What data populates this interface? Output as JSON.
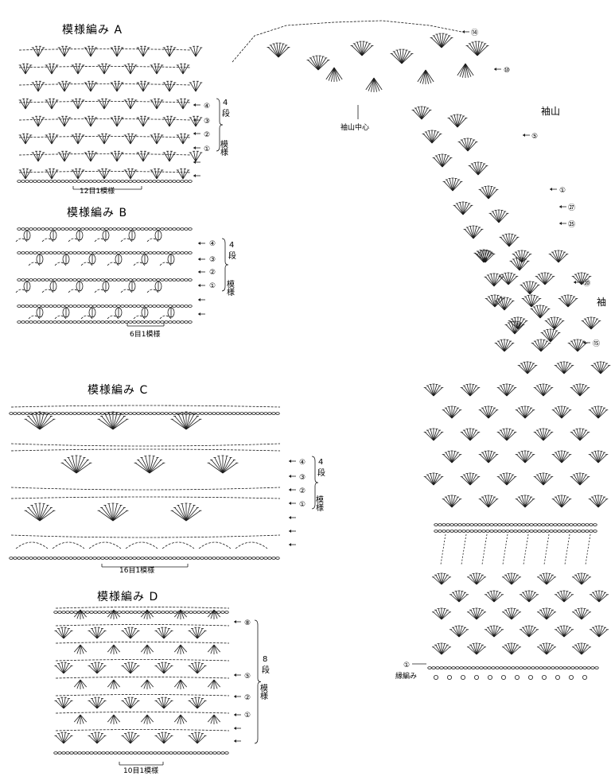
{
  "panels": {
    "a": {
      "title": "模様編み A",
      "rows": [
        "④",
        "③",
        "②",
        "①"
      ],
      "repeat": "12目1模様",
      "rep_count": "4",
      "rep_unit": "段",
      "rep_pattern": "模様"
    },
    "b": {
      "title": "模様編み B",
      "rows": [
        "④",
        "③",
        "②",
        "①"
      ],
      "repeat": "6目1模様",
      "rep_count": "4",
      "rep_unit": "段",
      "rep_pattern": "模様"
    },
    "c": {
      "title": "模様編み C",
      "rows": [
        "④",
        "③",
        "②",
        "①"
      ],
      "repeat": "16目1模様",
      "rep_count": "4",
      "rep_unit": "段",
      "rep_pattern": "模様"
    },
    "d": {
      "title": "模様編み D",
      "rows": [
        "⑧",
        "⑤",
        "②",
        "①"
      ],
      "repeat": "10目1模様",
      "rep_count": "8",
      "rep_unit": "段",
      "rep_pattern": "模様"
    }
  },
  "sleeve": {
    "cap_label": "袖山",
    "cap_center": "袖山中心",
    "side_label": "袖",
    "edge_label": "縁編み",
    "edge_row": "①",
    "cap_rows": [
      "⑭",
      "⑩",
      "⑤",
      "①"
    ],
    "body_rows": [
      "㉗",
      "㉕",
      "⑳",
      "⑮"
    ]
  }
}
